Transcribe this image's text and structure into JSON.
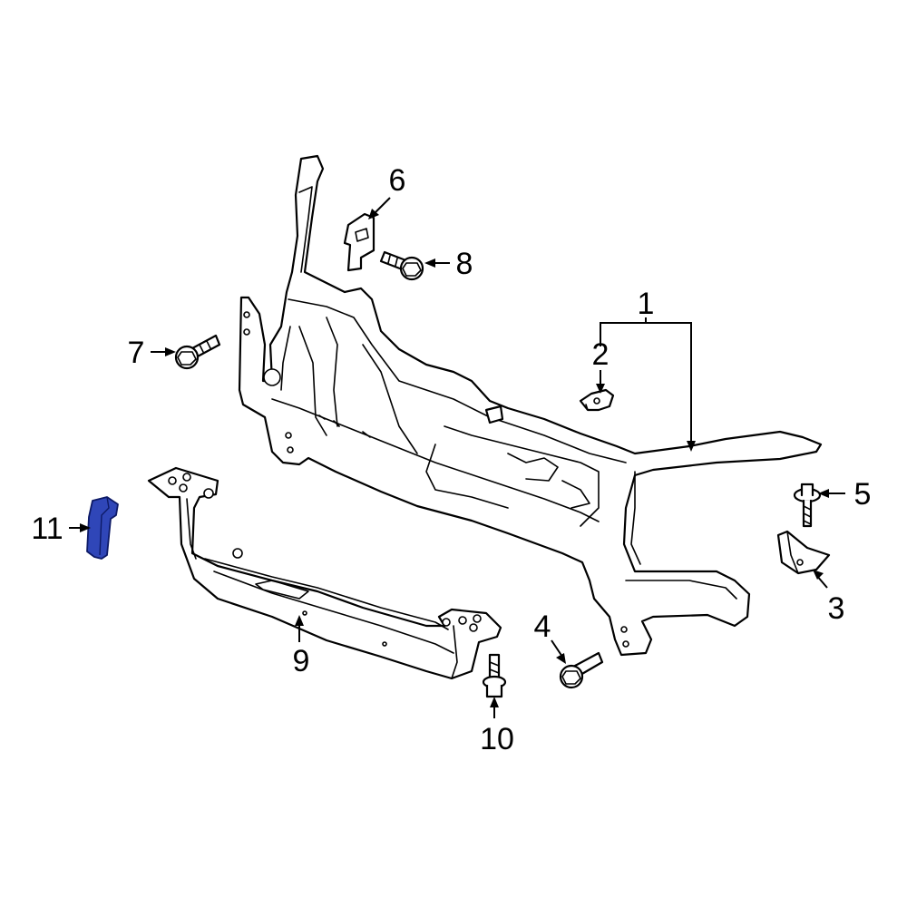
{
  "callouts": [
    {
      "id": "1",
      "label": "1"
    },
    {
      "id": "2",
      "label": "2"
    },
    {
      "id": "3",
      "label": "3"
    },
    {
      "id": "4",
      "label": "4"
    },
    {
      "id": "5",
      "label": "5"
    },
    {
      "id": "6",
      "label": "6"
    },
    {
      "id": "7",
      "label": "7"
    },
    {
      "id": "8",
      "label": "8"
    },
    {
      "id": "9",
      "label": "9"
    },
    {
      "id": "10",
      "label": "10"
    },
    {
      "id": "11",
      "label": "11"
    }
  ],
  "colors": {
    "line": "#000000",
    "background": "#ffffff",
    "highlight_fill": "#2f46b8",
    "highlight_stroke": "#0d1a66"
  },
  "highlighted_part": "11"
}
